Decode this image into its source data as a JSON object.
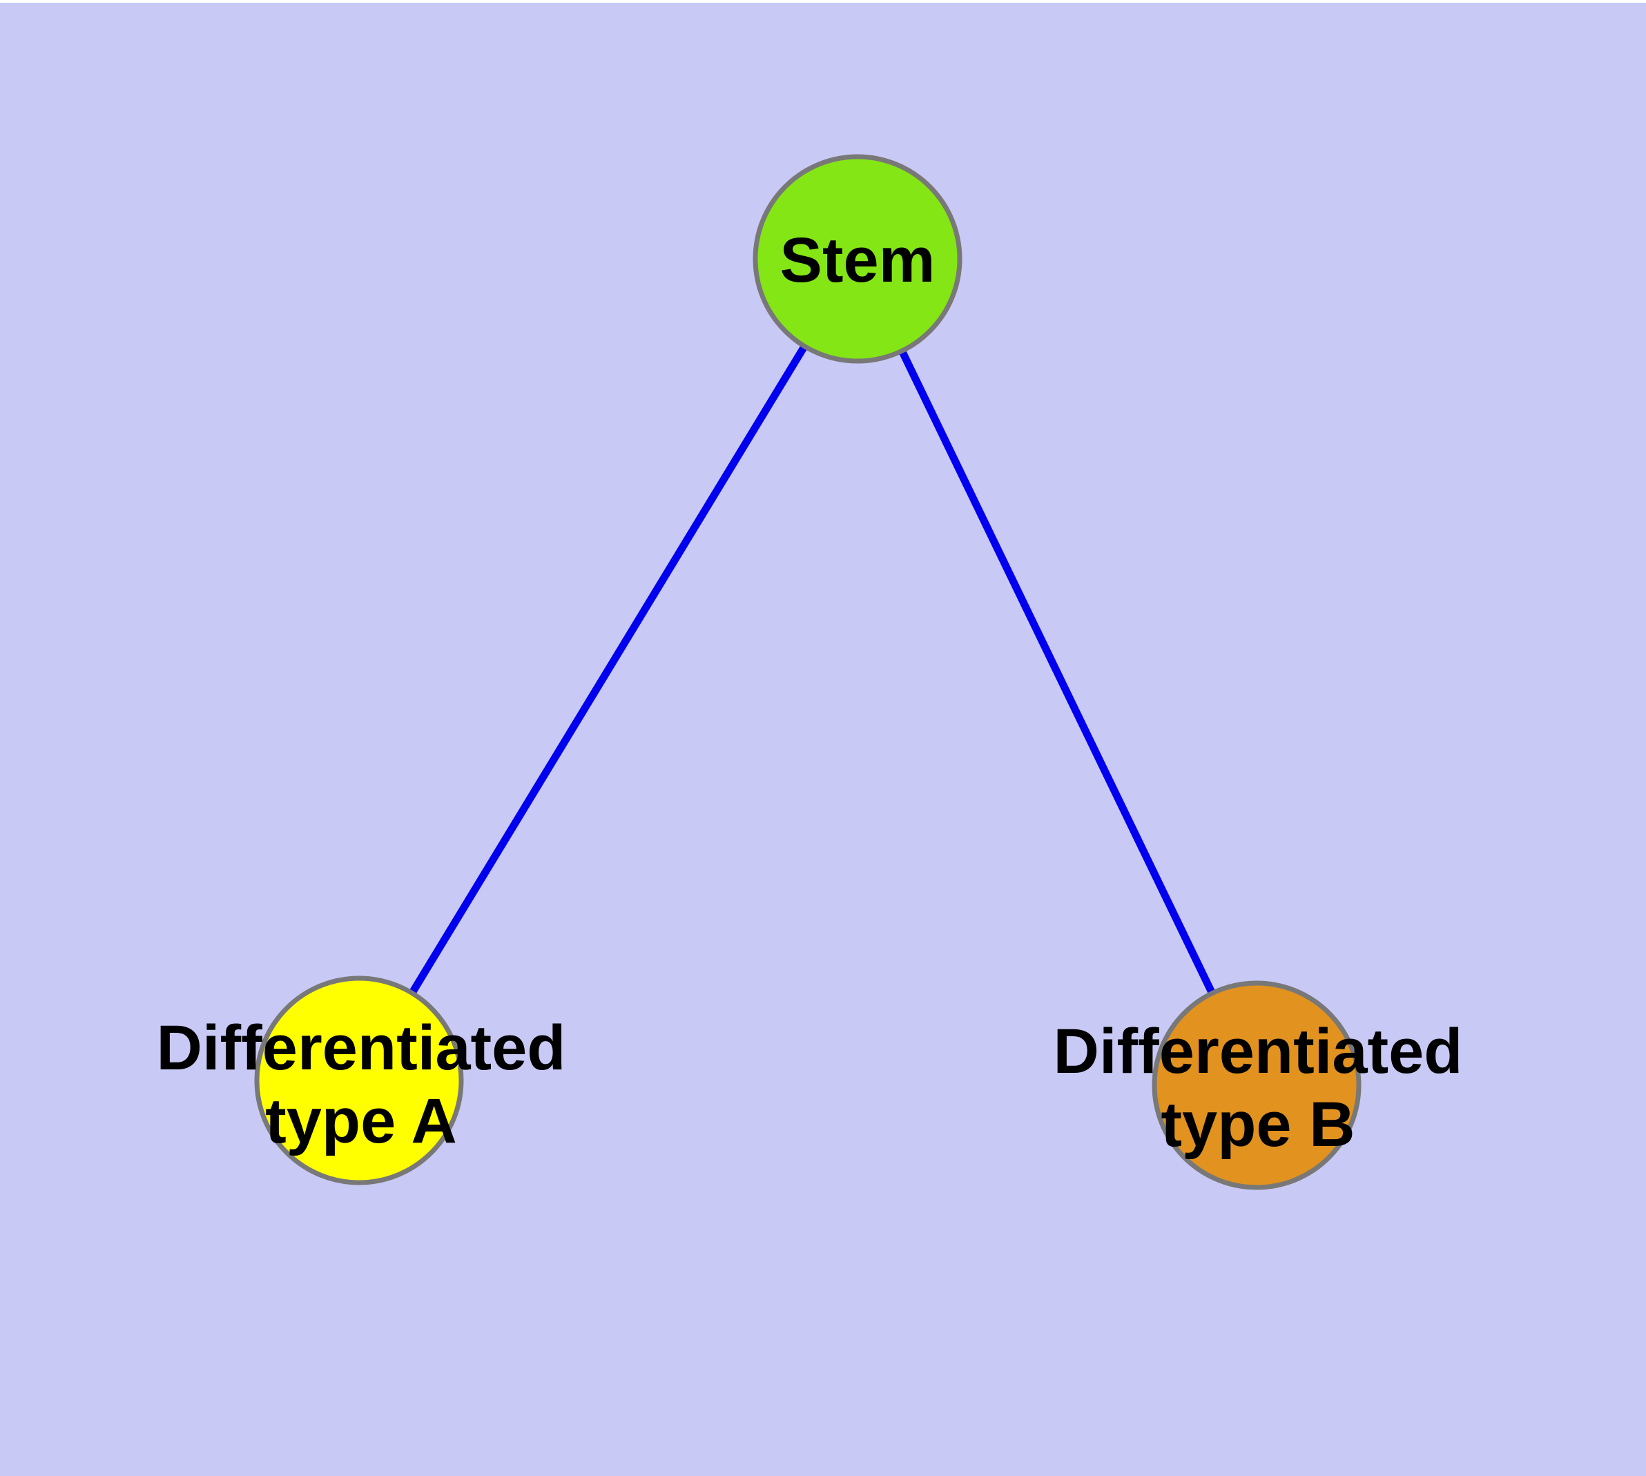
{
  "diagram": {
    "type": "graph",
    "description": "Stem cell differentiation tree: one stem node with two differentiated child types",
    "colors": {
      "background": "#C9C9F5",
      "top_strip": "#FFFFFF",
      "edge": "#0000EE",
      "node_border": "#787878",
      "label_text": "#000000"
    },
    "nodes": [
      {
        "id": "stem",
        "label": "Stem",
        "fill": "#84E614"
      },
      {
        "id": "type-a",
        "label": "Differentiated\ntype A",
        "fill": "#FFFF00"
      },
      {
        "id": "type-b",
        "label": "Differentiated\ntype B",
        "fill": "#E2921F"
      }
    ],
    "edges": [
      {
        "from": "stem",
        "to": "type-a"
      },
      {
        "from": "stem",
        "to": "type-b"
      }
    ]
  }
}
